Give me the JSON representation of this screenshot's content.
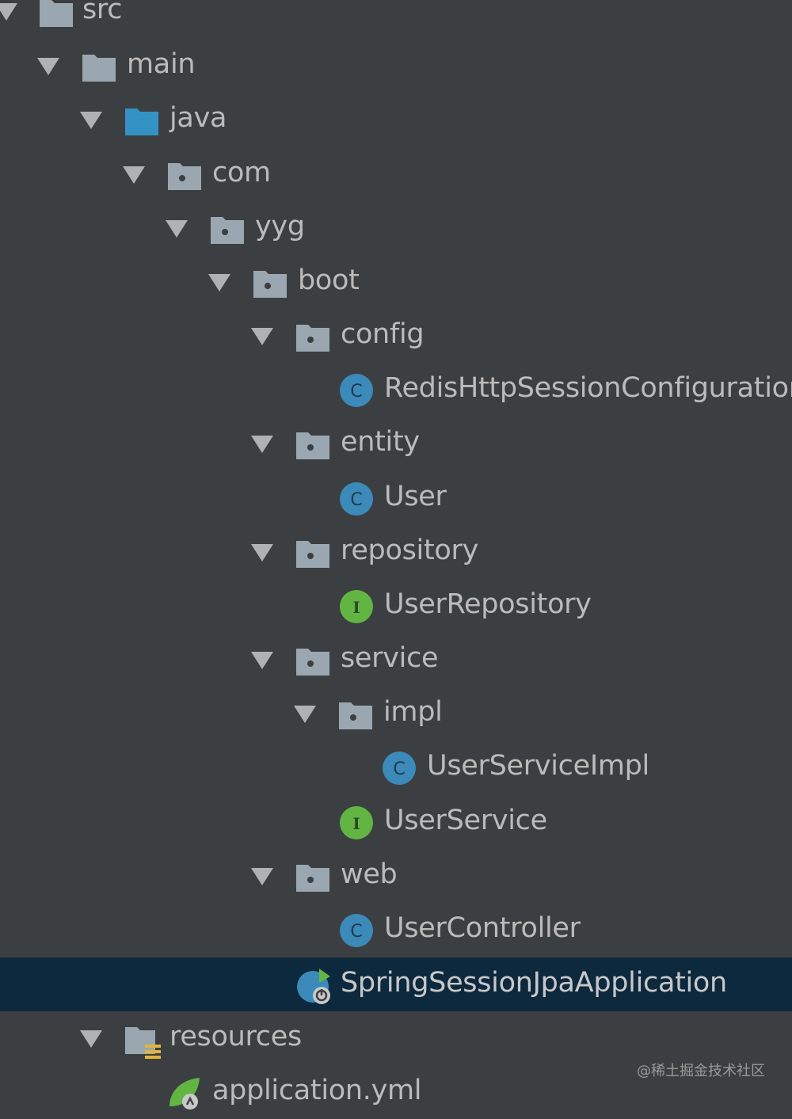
{
  "colors": {
    "background": "#3c3f41",
    "selection": "#0d293e",
    "text": "#bbbbbb",
    "folder_gray": "#9aa7b0",
    "folder_blue": "#3592c4",
    "class_circle": "#3b8ab9",
    "interface_circle": "#62b543"
  },
  "tree": {
    "src": "src",
    "main": "main",
    "java": "java",
    "com": "com",
    "yyg": "yyg",
    "boot": "boot",
    "config": "config",
    "redis_config": "RedisHttpSessionConfiguration",
    "entity": "entity",
    "user": "User",
    "repository": "repository",
    "user_repository": "UserRepository",
    "service": "service",
    "impl": "impl",
    "user_service_impl": "UserServiceImpl",
    "user_service": "UserService",
    "web": "web",
    "user_controller": "UserController",
    "app": "SpringSessionJpaApplication",
    "resources": "resources",
    "application_yml": "application.yml"
  },
  "icons": {
    "class_letter": "C",
    "interface_letter": "I"
  },
  "watermark": "@稀土掘金技术社区"
}
